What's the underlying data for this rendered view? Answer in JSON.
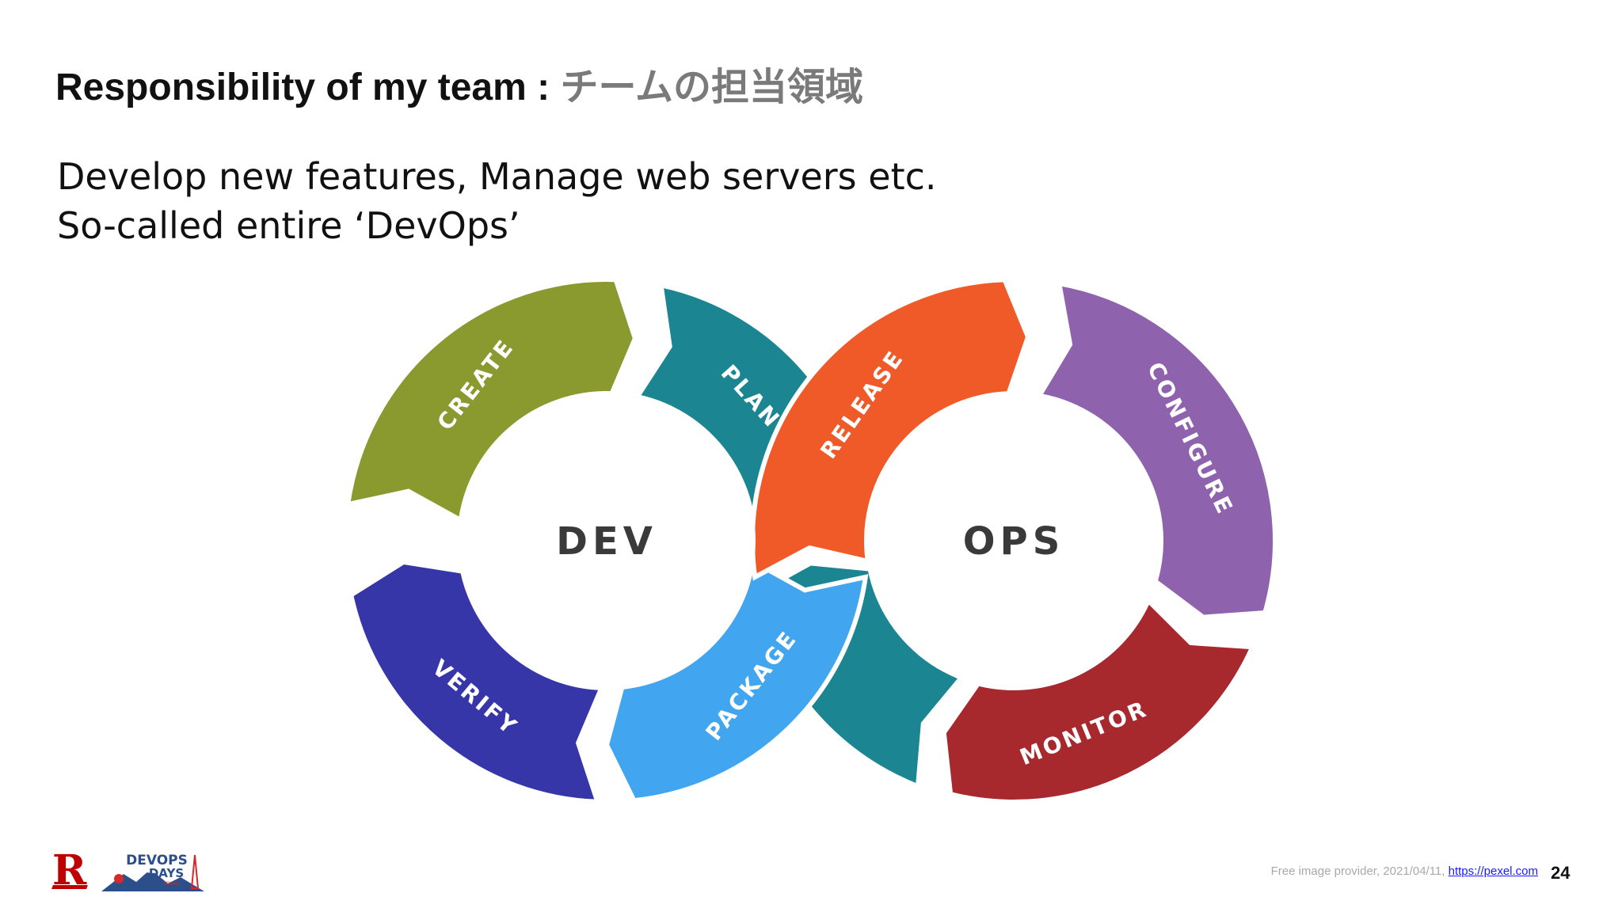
{
  "slide": {
    "title_en": "Responsibility of my team",
    "title_sep": " : ",
    "title_jp": "チームの担当領域",
    "lines": [
      "Develop new features, Manage web servers etc.",
      "So-called entire ‘DevOps’"
    ],
    "page_number": "24"
  },
  "diagram": {
    "dev_label": "DEV",
    "ops_label": "OPS",
    "segments": [
      {
        "label": "PLAN",
        "color": "#1b8591"
      },
      {
        "label": "CREATE",
        "color": "#8a9a2e"
      },
      {
        "label": "VERIFY",
        "color": "#3636a8"
      },
      {
        "label": "PACKAGE",
        "color": "#42a5f0"
      },
      {
        "label": "RELEASE",
        "color": "#f05a28"
      },
      {
        "label": "CONFIGURE",
        "color": "#8f62ae"
      },
      {
        "label": "MONITOR",
        "color": "#a8292d"
      }
    ]
  },
  "footer": {
    "note_prefix": "Free image provider, 2021/04/11, ",
    "link_text": "https://pexel.com"
  },
  "logos": {
    "rakuten_letter": "R",
    "devopsdays_line1": "DEVOPS",
    "devopsdays_line2": "DAYS",
    "devopsdays_line3": "TOKYO"
  }
}
